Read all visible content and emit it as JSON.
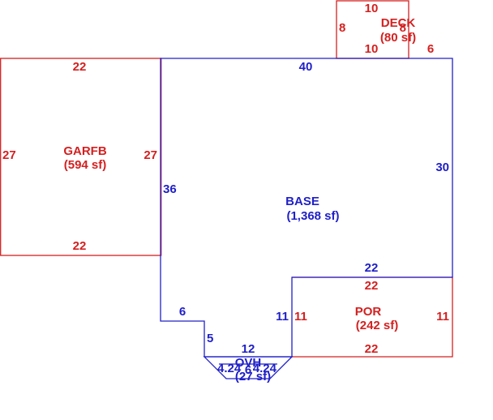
{
  "colors": {
    "red": "#d42020",
    "blue": "#2020c8",
    "background": "#ffffff"
  },
  "areas": {
    "garfb": {
      "name": "GARFB",
      "area": "(594 sf)",
      "dims": {
        "top": "22",
        "bottom": "22",
        "left": "27",
        "right": "27"
      }
    },
    "deck": {
      "name": "DECK",
      "area": "(80 sf)",
      "dims": {
        "top": "10",
        "bottom": "10",
        "left": "8",
        "right": "8",
        "offset": "6"
      }
    },
    "base": {
      "name": "BASE",
      "area": "(1,368 sf)",
      "dims": {
        "top": "40",
        "right": "30",
        "left": "36",
        "step_left": "6",
        "step_down": "5",
        "bottom": "12",
        "inner_vertical": "11",
        "inner_horizontal": "22"
      }
    },
    "por": {
      "name": "POR",
      "area": "(242 sf)",
      "dims": {
        "top": "22",
        "bottom": "22",
        "left": "11",
        "right": "11"
      }
    },
    "ovh": {
      "name": "OVH",
      "area": "(27 sf)",
      "dims": {
        "left": "4.24",
        "right": "4.24",
        "mid": "6"
      }
    }
  }
}
